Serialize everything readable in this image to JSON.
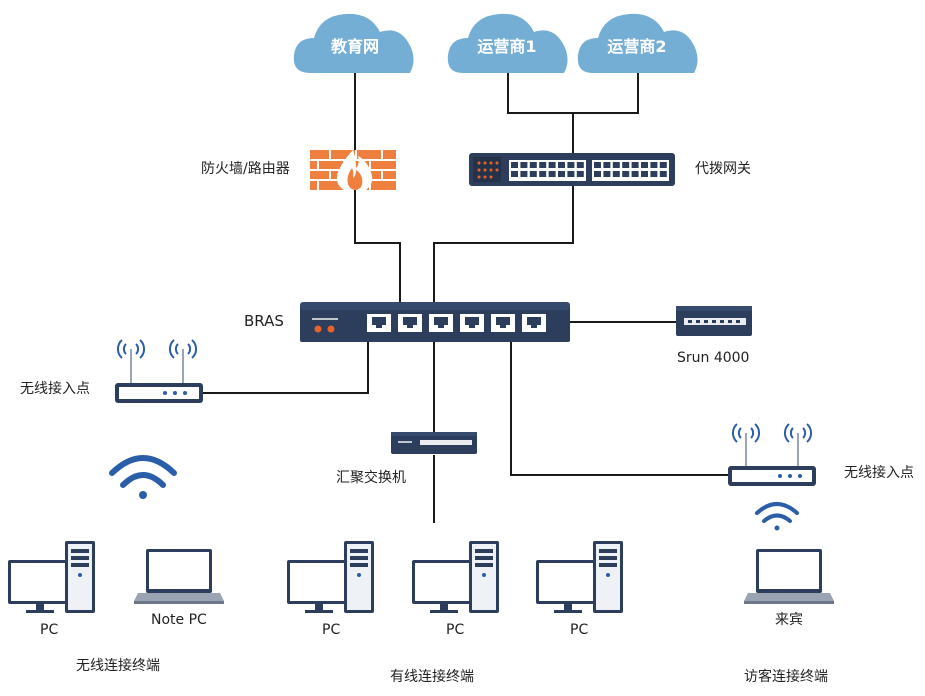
{
  "clouds": {
    "edu": "教育网",
    "isp1": "运营商1",
    "isp2": "运营商2"
  },
  "devices": {
    "firewall": "防火墙/路由器",
    "gateway": "代拨网关",
    "bras": "BRAS",
    "srun": "Srun 4000",
    "ap_left": "无线接入点",
    "ap_right": "无线接入点",
    "agg_switch": "汇聚交换机"
  },
  "terminals": {
    "pc1": "PC",
    "notepc": "Note PC",
    "pc2": "PC",
    "pc3": "PC",
    "pc4": "PC",
    "guest": "来宾"
  },
  "groups": {
    "wireless": "无线连接终端",
    "wired": "有线连接终端",
    "visitor": "访客连接终端"
  },
  "colors": {
    "cloud": "#74aed5",
    "device_dark": "#2c3e5c",
    "port_orange": "#e8632c",
    "wifi_blue": "#2a5ea8",
    "firewall": "#ef7f3f",
    "line": "#1a1a1a"
  }
}
